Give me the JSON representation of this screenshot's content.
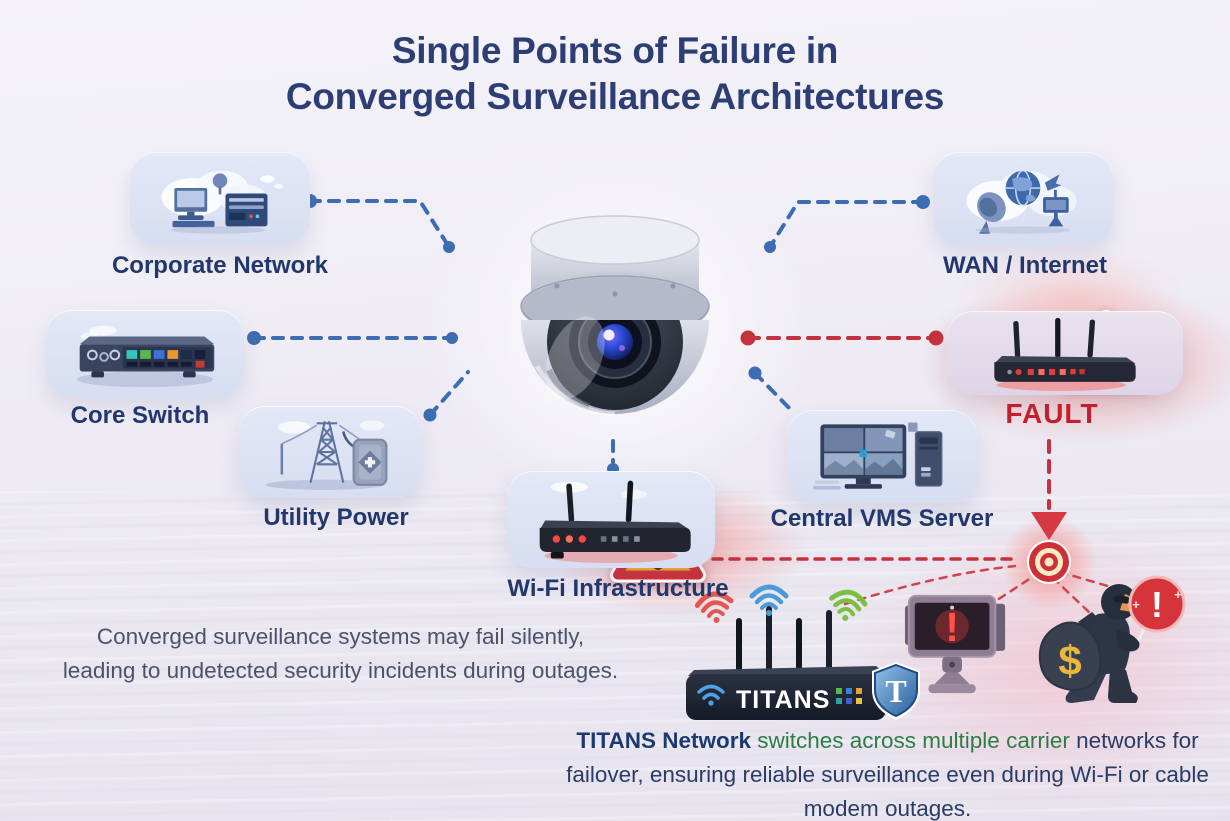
{
  "title": {
    "line1": "Single Points of Failure in",
    "line2": "Converged Surveillance Architectures"
  },
  "nodes": [
    {
      "id": "corporate-network",
      "label": "Corporate Network"
    },
    {
      "id": "wan-internet",
      "label": "WAN / Internet"
    },
    {
      "id": "core-switch",
      "label": "Core Switch"
    },
    {
      "id": "utility-power",
      "label": "Utility Power"
    },
    {
      "id": "wifi-infrastructure",
      "label": "Wi-Fi Infrastructure"
    },
    {
      "id": "central-vms-server",
      "label": "Central VMS Server"
    },
    {
      "id": "fault",
      "label": "FAULT"
    }
  ],
  "paragraph": "Converged surveillance systems may fail silently, leading to undetected security incidents during outages.",
  "titans": {
    "brand": "TITANS"
  },
  "caption": {
    "bold": "TITANS Network",
    "green": " switches across multiple carrier",
    "rest": " networks for failover, ensuring reliable surveillance even during Wi-Fi or cable modem outages."
  },
  "glyphs": {
    "exclamation": "!",
    "dollar": "$",
    "shield_letter": "T",
    "plus": "+"
  },
  "icons": [
    "cloud-computer-icon",
    "cloud-globe-icon",
    "network-switch-icon",
    "power-pylon-icon",
    "wifi-router-icon",
    "vms-monitor-server-icon",
    "fault-router-icon",
    "dome-camera-icon",
    "warning-triangle-icon",
    "titans-router-icon",
    "shield-icon",
    "alert-monitor-icon",
    "thief-icon",
    "alert-circle-icon",
    "target-icon"
  ],
  "colors": {
    "title": "#2d3e74",
    "label": "#22376b",
    "fault_text": "#c21f2f",
    "green_text": "#2e7d46",
    "body_text": "#49536b",
    "line_blue": "#3d6cb2",
    "line_red": "#c4323d",
    "warning_amber": "#f3a81f"
  }
}
